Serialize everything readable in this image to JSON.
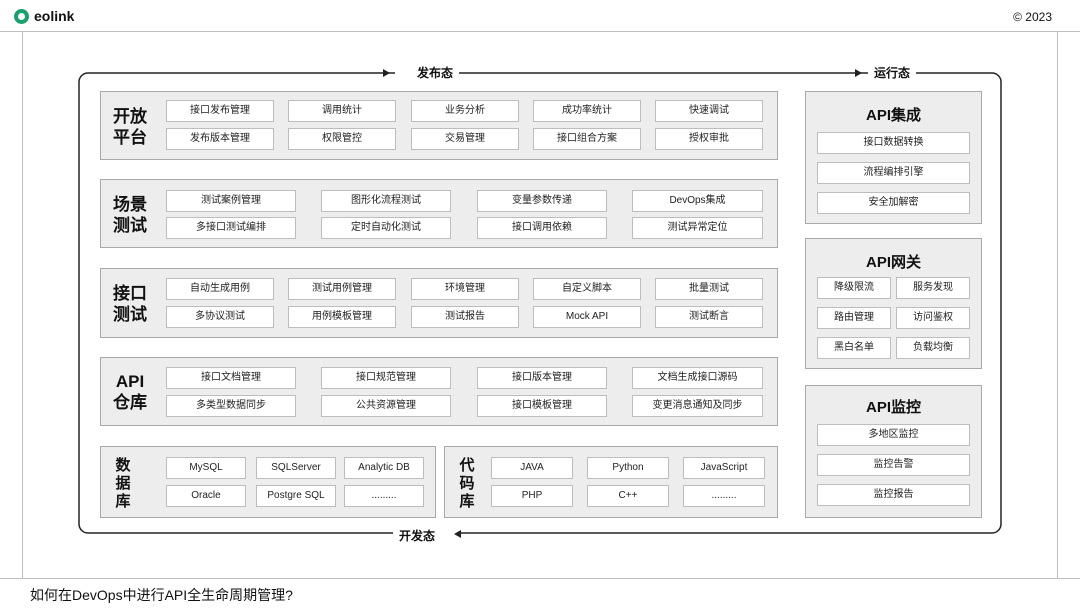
{
  "header": {
    "brand": "eolink",
    "copyright": "© 2023"
  },
  "flow": {
    "top_left": "发布态",
    "top_right": "运行态",
    "bottom": "开发态"
  },
  "rows": [
    {
      "title": [
        "开放",
        "平台"
      ],
      "items": [
        [
          "接口发布管理",
          "调用统计",
          "业务分析",
          "成功率统计",
          "快速调试"
        ],
        [
          "发布版本管理",
          "权限管控",
          "交易管理",
          "接口组合方案",
          "授权审批"
        ]
      ]
    },
    {
      "title": [
        "场景",
        "测试"
      ],
      "items": [
        [
          "测试案例管理",
          "图形化流程测试",
          "变量参数传递",
          "DevOps集成"
        ],
        [
          "多接口测试编排",
          "定时自动化测试",
          "接口调用依赖",
          "测试异常定位"
        ]
      ]
    },
    {
      "title": [
        "接口",
        "测试"
      ],
      "items": [
        [
          "自动生成用例",
          "测试用例管理",
          "环境管理",
          "自定义脚本",
          "批量测试"
        ],
        [
          "多协议测试",
          "用例模板管理",
          "测试报告",
          "Mock API",
          "测试断言"
        ]
      ]
    },
    {
      "title": [
        "API",
        "仓库"
      ],
      "items": [
        [
          "接口文档管理",
          "接口规范管理",
          "接口版本管理",
          "文档生成接口源码"
        ],
        [
          "多类型数据同步",
          "公共资源管理",
          "接口模板管理",
          "变更消息通知及同步"
        ]
      ]
    }
  ],
  "database": {
    "title": [
      "数",
      "据",
      "库"
    ],
    "items": [
      [
        "MySQL",
        "SQLServer",
        "Analytic DB"
      ],
      [
        "Oracle",
        "Postgre SQL",
        "........."
      ]
    ]
  },
  "coderepo": {
    "title": [
      "代",
      "码",
      "库"
    ],
    "items": [
      [
        "JAVA",
        "Python",
        "JavaScript"
      ],
      [
        "PHP",
        "C++",
        "........."
      ]
    ]
  },
  "api_integration": {
    "title": "API集成",
    "items": [
      "接口数据转换",
      "流程编排引擎",
      "安全加解密"
    ]
  },
  "api_gateway": {
    "title": "API网关",
    "items": [
      [
        "降级限流",
        "服务发现"
      ],
      [
        "路由管理",
        "访问鉴权"
      ],
      [
        "黑白名单",
        "负载均衡"
      ]
    ]
  },
  "api_monitor": {
    "title": "API监控",
    "items": [
      "多地区监控",
      "监控告警",
      "监控报告"
    ]
  },
  "footer": {
    "caption": "如何在DevOps中进行API全生命周期管理?"
  },
  "colors": {
    "brand": "#1aa06d",
    "panel": "#ededed",
    "border": "#a9a9a9"
  }
}
